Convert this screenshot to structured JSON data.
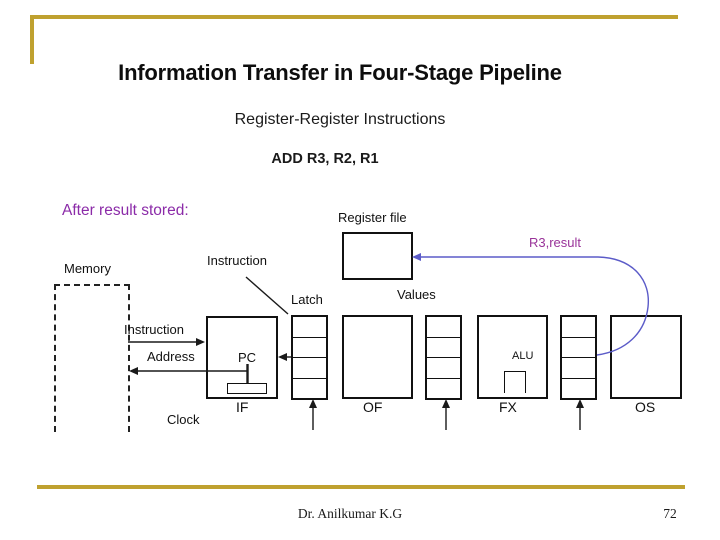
{
  "slide": {
    "title": "Information Transfer in Four-Stage Pipeline",
    "subtitle": "Register-Register Instructions",
    "instruction_example": "ADD R3, R2, R1",
    "annotation": "After result stored:"
  },
  "diagram": {
    "memory_label": "Memory",
    "register_file_label": "Register file",
    "instruction_pointer_label": "Instruction",
    "latch_label": "Latch",
    "instruction_bus_label": "Instruction",
    "address_bus_label": "Address",
    "pc_label": "PC",
    "values_label": "Values",
    "alu_label": "ALU",
    "clock_label": "Clock",
    "writeback_label": "R3,result",
    "stages": [
      {
        "label": "IF"
      },
      {
        "label": "OF"
      },
      {
        "label": "FX"
      },
      {
        "label": "OS"
      }
    ]
  },
  "footer": {
    "author": "Dr. Anilkumar K.G",
    "page_number": "72"
  },
  "colors": {
    "accent_gold": "#BFA12F",
    "annotation_purple": "#8B2BA8",
    "result_purple": "#993399",
    "wire_blue": "#5B5BC8",
    "ink": "#1a1a1a"
  }
}
